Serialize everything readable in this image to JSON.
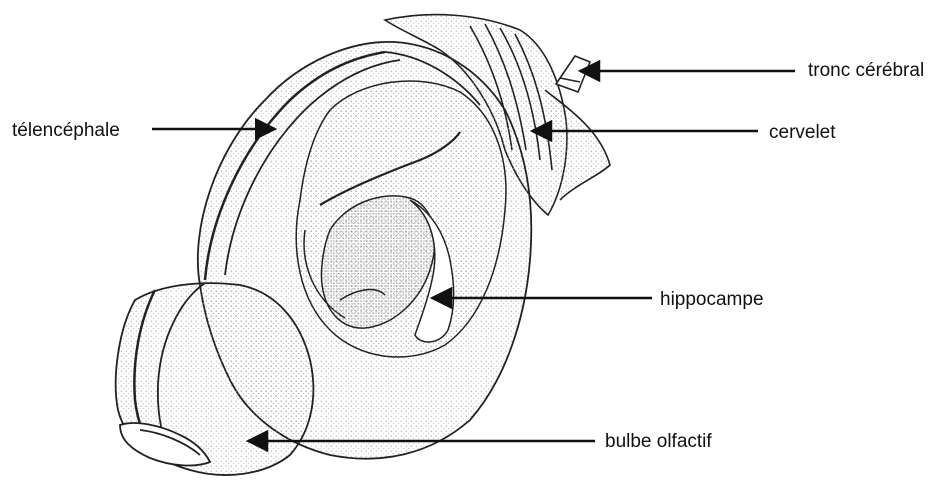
{
  "labels": {
    "tronc": "tronc cérébral",
    "telencephale": "télencéphale",
    "cervelet": "cervelet",
    "hippocampe": "hippocampe",
    "bulbe": "bulbe olfactif"
  },
  "colors": {
    "ink": "#111111",
    "stipple": "#9a9a9a",
    "paper": "#ffffff"
  }
}
